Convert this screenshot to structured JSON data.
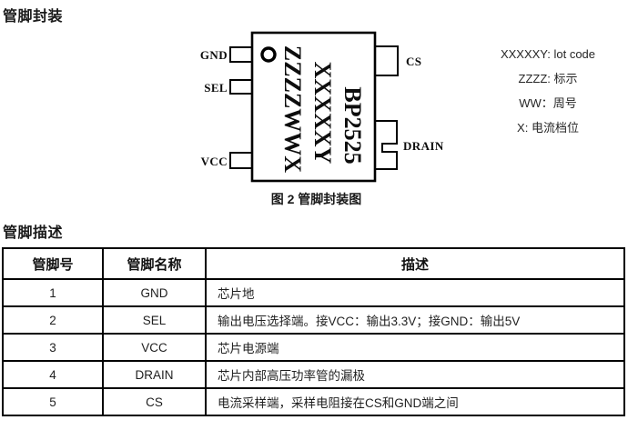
{
  "titles": {
    "package": "管脚封装",
    "description": "管脚描述"
  },
  "diagram": {
    "part_number": "BP2525",
    "marking_lot": "XXXXXY",
    "marking_batch": "ZZZZWWX",
    "pins": {
      "gnd": "GND",
      "sel": "SEL",
      "vcc": "VCC",
      "cs": "CS",
      "drain": "DRAIN"
    },
    "caption": "图 2 管脚封装图",
    "legend": [
      "XXXXXY: lot code",
      "ZZZZ: 标示",
      "WW：周号",
      "X: 电流档位"
    ]
  },
  "table": {
    "headers": [
      "管脚号",
      "管脚名称",
      "描述"
    ],
    "rows": [
      {
        "no": "1",
        "name": "GND",
        "desc": "芯片地"
      },
      {
        "no": "2",
        "name": "SEL",
        "desc": "输出电压选择端。接VCC：输出3.3V；接GND：输出5V"
      },
      {
        "no": "3",
        "name": "VCC",
        "desc": "芯片电源端"
      },
      {
        "no": "4",
        "name": "DRAIN",
        "desc": "芯片内部高压功率管的漏极"
      },
      {
        "no": "5",
        "name": "CS",
        "desc": "电流采样端，采样电阻接在CS和GND端之间"
      }
    ]
  }
}
